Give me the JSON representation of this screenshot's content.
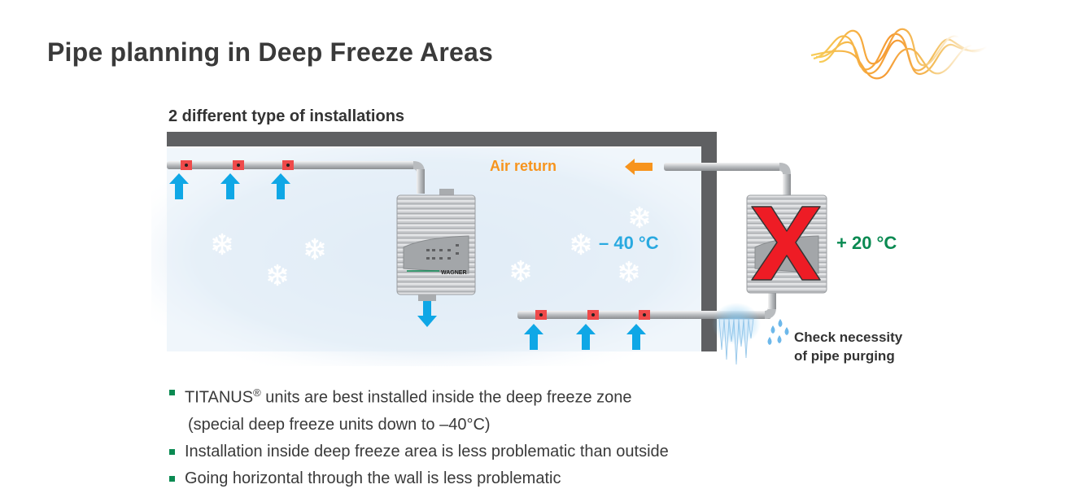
{
  "title": "Pipe planning in Deep Freeze Areas",
  "subtitle": "2 different type of installations",
  "diagram": {
    "air_return_label": "Air return",
    "inside_temperature": "– 40 °C",
    "outside_temperature": "+ 20 °C",
    "purging_note_line1": "Check necessity",
    "purging_note_line2": "of pipe purging",
    "unit_brand": "WAGNER",
    "colors": {
      "cold_blue": "#29a9e0",
      "air_return_orange": "#f7941d",
      "warm_green": "#0a8a52",
      "cross_red": "#ee1c25",
      "wall_gray": "#5f6062"
    }
  },
  "bullets": [
    {
      "text": "TITANUS",
      "sup": "®",
      "rest": " units are best installed inside the deep freeze zone",
      "continuation": "(special deep freeze units down to –40°C)"
    },
    {
      "text": "Installation inside deep freeze area is less problematic than outside"
    },
    {
      "text": "Going horizontal through the wall is less problematic"
    }
  ]
}
